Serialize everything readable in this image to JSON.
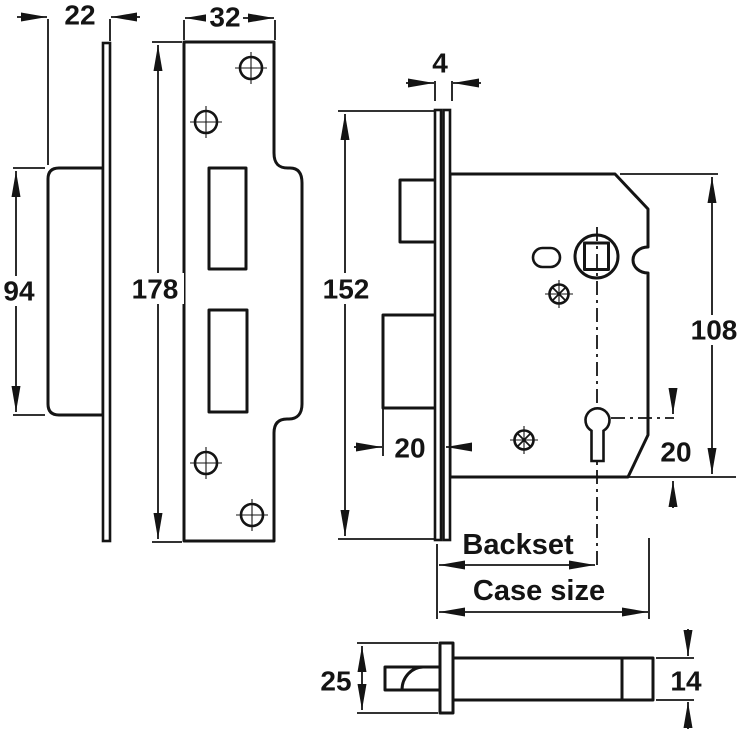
{
  "figure": {
    "kind": "technical-drawing",
    "subject": "Mortice lock with strike plate and latch bolt, dimensioned views",
    "colors": {
      "background": "#ffffff",
      "line": "#141414"
    }
  },
  "strike_side_view": {
    "plate_depth": "22",
    "box_height": "94"
  },
  "strike_front_view": {
    "plate_width": "32",
    "plate_height": "178"
  },
  "lock_case_view": {
    "faceplate_thickness": "4",
    "faceplate_height": "152",
    "case_height": "108",
    "bolt_throw": "20",
    "keyhole_to_bottom": "20",
    "backset_label": "Backset",
    "case_size_label": "Case size"
  },
  "latch_bolt_view": {
    "plate_height": "25",
    "bolt_height": "14"
  }
}
